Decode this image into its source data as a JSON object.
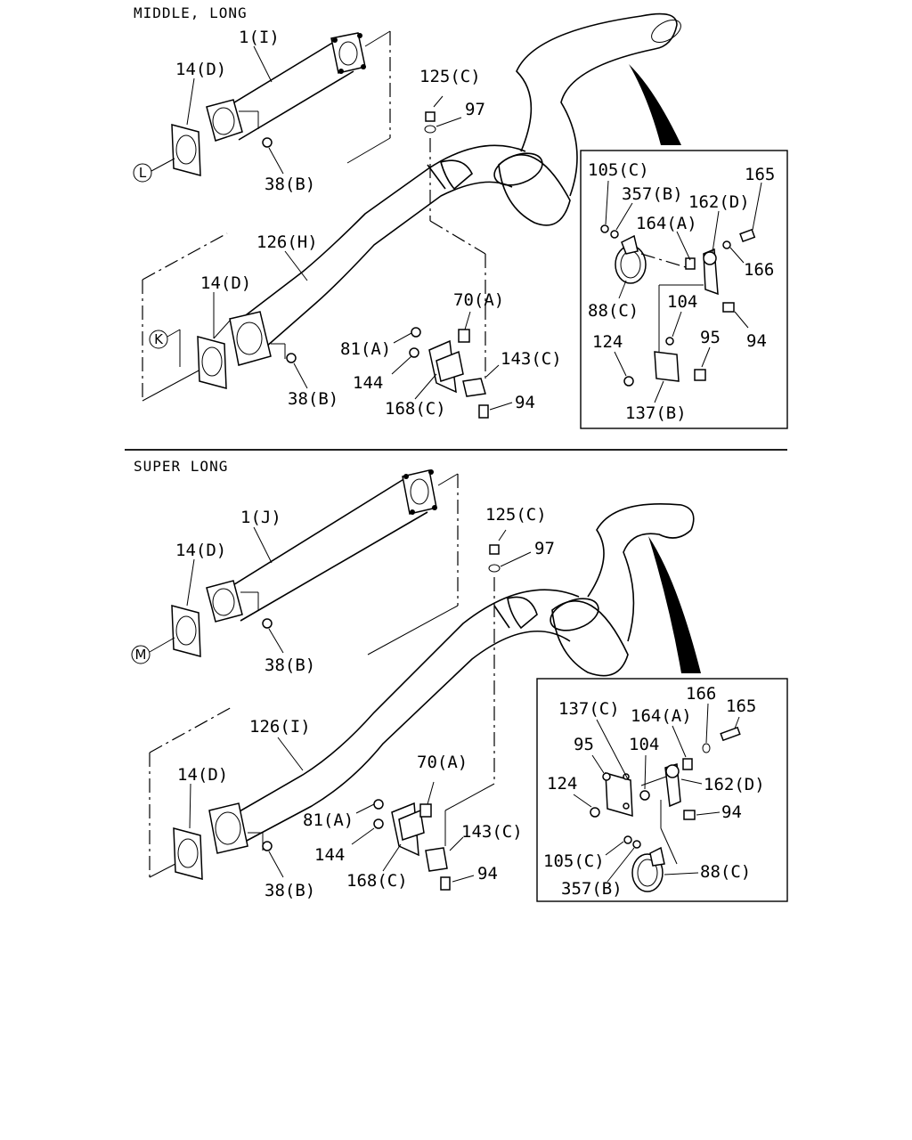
{
  "sections": {
    "top": {
      "title": "MIDDLE, LONG",
      "labels": {
        "l1": "1(I)",
        "l14a": "14(D)",
        "l38a": "38(B)",
        "l125": "125(C)",
        "l97": "97",
        "l126": "126(H)",
        "l14b": "14(D)",
        "l38b": "38(B)",
        "l70": "70(A)",
        "l81": "81(A)",
        "l144": "144",
        "l168": "168(C)",
        "l143": "143(C)",
        "l94": "94"
      },
      "circles": {
        "c1": "L",
        "c2": "K"
      },
      "inset": {
        "l105": "105(C)",
        "l357": "357(B)",
        "l162": "162(D)",
        "l165": "165",
        "l164": "164(A)",
        "l166": "166",
        "l88": "88(C)",
        "l104": "104",
        "l124": "124",
        "l95": "95",
        "l94": "94",
        "l137": "137(B)"
      }
    },
    "bottom": {
      "title": "SUPER LONG",
      "labels": {
        "l1": "1(J)",
        "l14a": "14(D)",
        "l38a": "38(B)",
        "l125": "125(C)",
        "l97": "97",
        "l126": "126(I)",
        "l14b": "14(D)",
        "l38b": "38(B)",
        "l70": "70(A)",
        "l81": "81(A)",
        "l144": "144",
        "l168": "168(C)",
        "l143": "143(C)",
        "l94": "94"
      },
      "circles": {
        "c1": "M"
      },
      "inset": {
        "l137": "137(C)",
        "l164": "164(A)",
        "l166": "166",
        "l165": "165",
        "l95": "95",
        "l104": "104",
        "l124": "124",
        "l162": "162(D)",
        "l94": "94",
        "l105": "105(C)",
        "l357": "357(B)",
        "l88": "88(C)"
      }
    }
  }
}
